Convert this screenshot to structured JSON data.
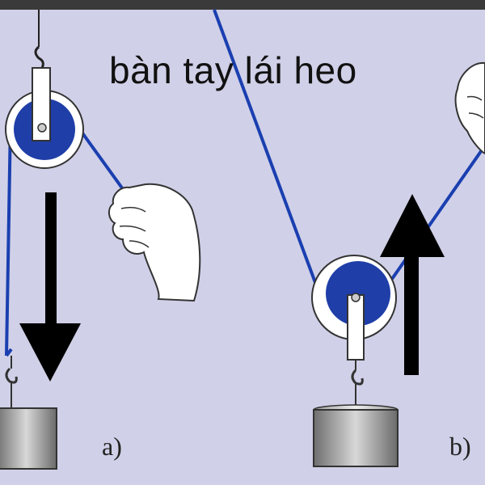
{
  "caption": "bàn tay lái heo",
  "labels": {
    "a": "a)",
    "b": "b)"
  },
  "colors": {
    "background": "#d0d0e8",
    "rope": "#1a3fb0",
    "pulley": "#1f3ea8",
    "arrow": "#000000",
    "weight": "#8a8a8a"
  }
}
